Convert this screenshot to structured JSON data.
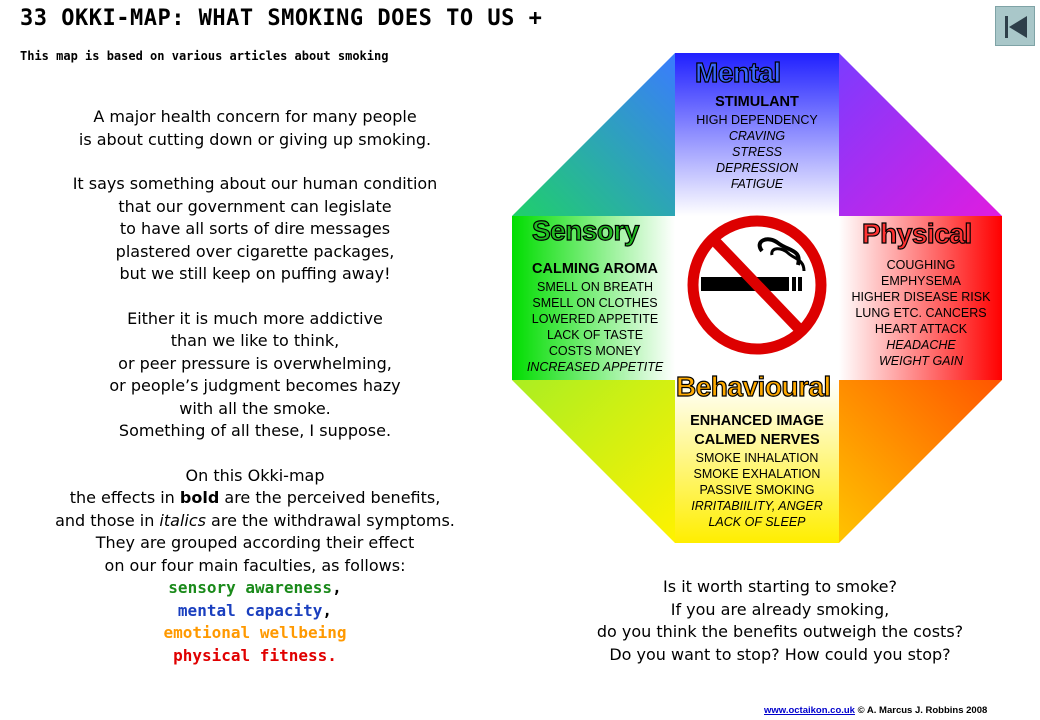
{
  "title": "33 OKKI-MAP: WHAT SMOKING DOES TO US +",
  "subtitle": "This map is based on various articles about smoking",
  "back_button_icon": "skip-back-icon",
  "intro": {
    "p1": [
      "A major health concern for many people",
      "is about cutting down or giving up smoking."
    ],
    "p2": [
      "It says something about our human condition",
      "that our government can legislate",
      "to have all sorts of dire messages",
      "plastered over cigarette packages,",
      "but we still keep on puffing away!"
    ],
    "p3": [
      "Either it is much more addictive",
      "than we like to think,",
      "or peer pressure is overwhelming,",
      "or people’s judgment becomes hazy",
      "with all the smoke.",
      "Something of all these, I suppose."
    ],
    "p4": {
      "l1": "On this Okki-map",
      "l2_a": "the effects in ",
      "l2_b": "bold",
      "l2_c": " are the perceived benefits,",
      "l3_a": "and those in ",
      "l3_b": "italics",
      "l3_c": " are the withdrawal symptoms.",
      "l4": "They are grouped according their effect",
      "l5": "on our four main faculties, as follows:"
    },
    "faculties": [
      {
        "text": "sensory awareness",
        "suffix": ",",
        "color": "#1a8a1a"
      },
      {
        "text": "mental capacity",
        "suffix": ",",
        "color": "#1a3fbf"
      },
      {
        "text": "emotional wellbeing",
        "suffix": "",
        "color": "#ff9900"
      },
      {
        "text": "physical fitness.",
        "suffix": "",
        "color": "#e00000"
      }
    ]
  },
  "map": {
    "center_icon": "no-smoking-icon",
    "mental": {
      "heading": "Mental",
      "heading_color": "#3a66ff",
      "bold": [
        "STIMULANT"
      ],
      "normal": [
        "HIGH DEPENDENCY"
      ],
      "italic": [
        "CRAVING",
        "STRESS",
        "DEPRESSION",
        "FATIGUE"
      ]
    },
    "sensory": {
      "heading": "Sensory",
      "heading_color": "#22bb22",
      "bold": [
        "CALMING AROMA"
      ],
      "normal": [
        "SMELL ON BREATH",
        "SMELL ON CLOTHES",
        "LOWERED APPETITE",
        "LACK OF TASTE",
        "COSTS MONEY"
      ],
      "italic": [
        "INCREASED APPETITE"
      ]
    },
    "physical": {
      "heading": "Physical",
      "heading_color": "#ff3333",
      "bold": [],
      "normal": [
        "COUGHING",
        "EMPHYSEMA",
        "HIGHER DISEASE RISK",
        "LUNG ETC. CANCERS",
        "HEART ATTACK"
      ],
      "italic": [
        "HEADACHE",
        "WEIGHT GAIN"
      ]
    },
    "behavioural": {
      "heading": "Behavioural",
      "heading_color": "#ffaa00",
      "bold": [
        "ENHANCED IMAGE",
        "CALMED NERVES"
      ],
      "normal": [
        "SMOKE INHALATION",
        "SMOKE EXHALATION",
        "PASSIVE SMOKING"
      ],
      "italic": [
        "IRRITABIILITY, ANGER",
        "LACK OF SLEEP"
      ]
    }
  },
  "outro": [
    "Is it worth starting to smoke?",
    "If you are already smoking,",
    "do you think the benefits outweigh the costs?",
    "Do you want to stop? How could you stop?"
  ],
  "footer": {
    "link": "www.octaikon.co.uk",
    "credit": " © A. Marcus J. Robbins 2008"
  }
}
